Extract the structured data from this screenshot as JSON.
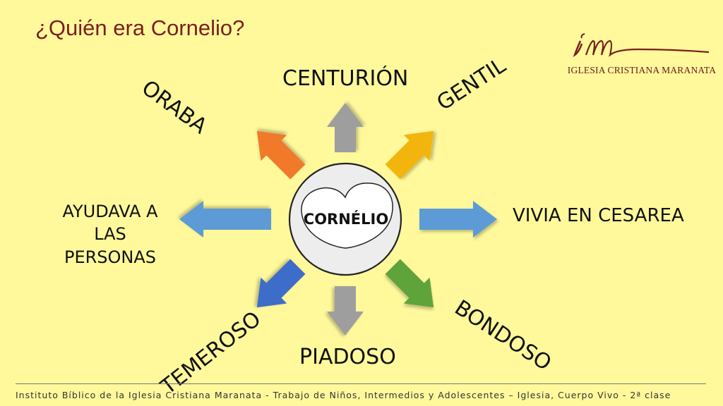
{
  "title": "¿Quién era Cornelio?",
  "logo": {
    "text": "IGLESIA CRISTIANA MARANATA",
    "mark": "im"
  },
  "center": {
    "label": "CORNÉLIO"
  },
  "items": {
    "top": "CENTURIÓN",
    "top_right": "GENTIL",
    "right": "VIVIA EN CESAREA",
    "bottom_right": "BONDOSO",
    "bottom": "PIADOSO",
    "bottom_left": "TEMEROSO",
    "left": [
      "AYUDAVA A",
      "LAS",
      "PERSONAS"
    ],
    "top_left": "ORABA"
  },
  "arrow_colors": {
    "top": "#9E9E9E",
    "top_right": "#F2B511",
    "right": "#5B9BD5",
    "bottom_right": "#5FA33A",
    "bottom": "#9E9E9E",
    "bottom_left": "#3C6CC9",
    "left": "#5B9BD5",
    "top_left": "#F07A2A"
  },
  "footer": "Instituto Bíblico de la Iglesia Cristiana Maranata - Trabajo de Niños, Intermedios y Adolescentes – Iglesia, Cuerpo Vivo - 2ª clase"
}
